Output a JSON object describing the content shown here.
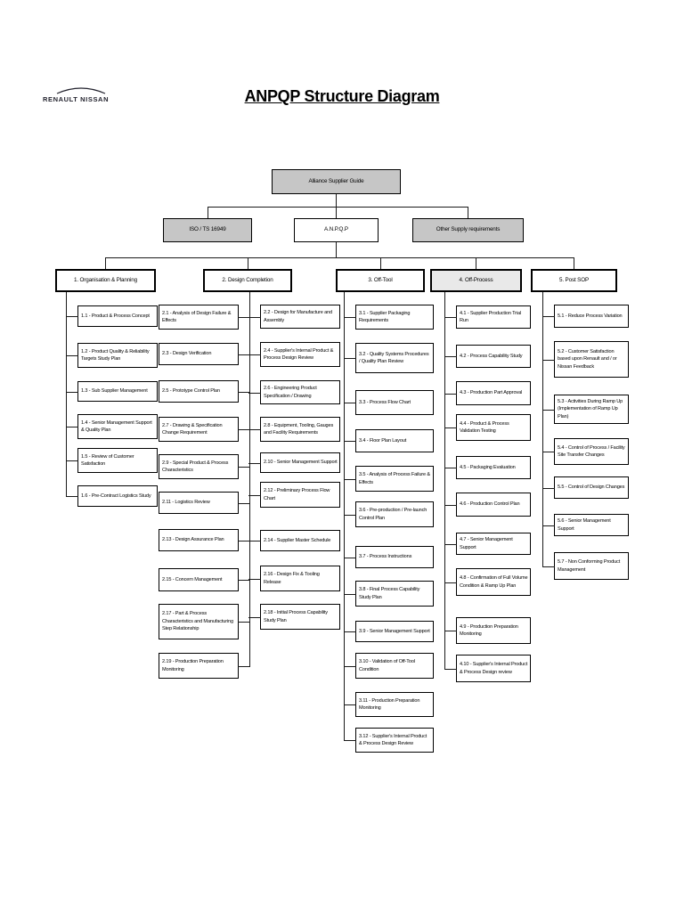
{
  "logo": {
    "text": "RENAULT NISSAN"
  },
  "title": "ANPQP Structure Diagram",
  "colors": {
    "box_gray": "#c6c6c6",
    "line": "#1a1a1a"
  },
  "diagram": {
    "root": "Alliance Supplier Guide",
    "level2": [
      {
        "label": "ISO / TS 16949"
      },
      {
        "label": "A.N.P.Q.P"
      },
      {
        "label": "Other Supply requirements"
      }
    ],
    "columns": [
      {
        "header": "1. Organisation & Planning",
        "items": [
          "1.1 - Product & Process Concept",
          "1.2 - Product Quality & Reliability Targets Study Plan",
          "1.3 - Sub Supplier Management",
          "1.4 - Senior Management Support & Quality Plan",
          "1.5 - Review of Customer Satisfaction",
          "1.6 - Pre-Contract Logistics Study"
        ]
      },
      {
        "header": "2. Design Completion",
        "items_left": [
          "2.1 - Analysis of Design Failure & Effects",
          "2.3 - Design Verification",
          "2.5 - Prototype Control Plan",
          "2.7 - Drawing & Specification Change Requirement",
          "2.9 - Special Product & Process Characteristics",
          "2.11 - Logistics Review",
          "2.13 - Design Assurance Plan",
          "2.15 - Concern Management",
          "2.17 - Part & Process Characteristics and Manufacturing Step Relationship",
          "2.19 - Production Preparation Monitoring"
        ],
        "items_right": [
          "2.2 - Design for Manufacture and Assembly",
          "2.4 - Supplier's Internal Product & Process Design Review",
          "2.6 - Engineering Product Specification / Drawing",
          "2.8 - Equipment, Tooling, Gauges and Facility Requirements",
          "2.10 - Senior Management Support",
          "2.12 - Preliminary Process Flow Chart",
          "2.14 - Supplier Master Schedule",
          "2.16 - Design Fix & Tooling Release",
          "2.18 - Initial Process Capability Study Plan"
        ]
      },
      {
        "header": "3. Off-Tool",
        "items": [
          "3.1 - Supplier Packaging Requirements",
          "3.2 - Quality Systems Procedures / Quality Plan Review",
          "3.3 - Process Flow Chart",
          "3.4 - Floor Plan Layout",
          "3.5 - Analysis of Process Failure & Effects",
          "3.6 - Pre-production / Pre-launch Control Plan",
          "3.7 - Process Instructions",
          "3.8 - Final Process Capability Study Plan",
          "3.9 - Senior Management Support",
          "3.10 - Validation of Off-Tool Condition",
          "3.11 - Production Preparation Monitoring",
          "3.12 - Supplier's Internal Product & Process Design Review"
        ]
      },
      {
        "header": "4. Off-Process",
        "items": [
          "4.1 - Supplier Production Trial Run",
          "4.2 - Process Capability Study",
          "4.3 - Production Part Approval",
          "4.4 - Product & Process Validation Testing",
          "4.5 - Packaging Evaluation",
          "4.6 - Production Control Plan",
          "4.7 - Senior Management Support",
          "4.8 - Confirmation of Full Volume Condition & Ramp Up Plan",
          "4.9 - Production Preparation Monitoring",
          "4.10 - Supplier's Internal Product & Process Design review"
        ]
      },
      {
        "header": "5. Post SOP",
        "items": [
          "5.1 - Reduce Process Variation",
          "5.2 - Customer Satisfaction based upon Renault and / or Nissan Feedback",
          "5.3 - Activities During Ramp Up (Implementation of Ramp Up Plan)",
          "5.4 - Control of Process / Facility Site Transfer Changes",
          "5.5 - Control of Design Changes",
          "5.6 - Senior Management Support",
          "5.7 - Non Conforming Product Management"
        ]
      }
    ]
  }
}
